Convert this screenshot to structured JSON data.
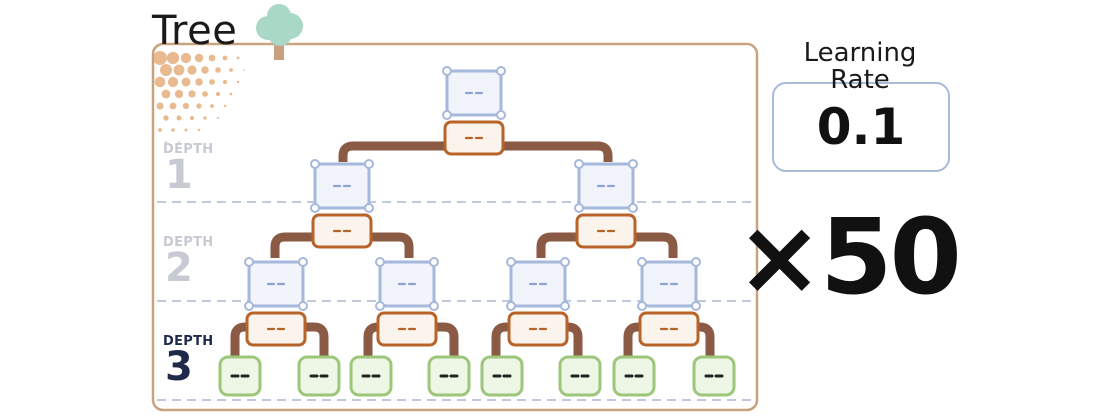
{
  "title": "Tree",
  "depths": [
    {
      "label": "DEPTH",
      "number": "1"
    },
    {
      "label": "DEPTH",
      "number": "2"
    },
    {
      "label": "DEPTH",
      "number": "3"
    }
  ],
  "learning_rate": {
    "label": "Learning Rate",
    "value": "0.1"
  },
  "multiplier": "×50",
  "colors": {
    "frame": "#c9a27f",
    "dot": "#e9b98f",
    "branch": "#8a5a44",
    "node_blue": "#a6b8db",
    "node_blue_fill": "#f1f4fb",
    "node_orange": "#b8632a",
    "node_orange_fill": "#fbf4ec",
    "leaf_green": "#9cc67a",
    "leaf_green_fill": "#eef6e6",
    "depth_inactive": "#c7c9d3",
    "depth_active": "#1f2a4a",
    "dashed_line": "#9aa6c9",
    "tree_canopy": "#a9d8c6",
    "tree_trunk": "#c8a07e"
  },
  "icons": [
    "tree-icon"
  ]
}
